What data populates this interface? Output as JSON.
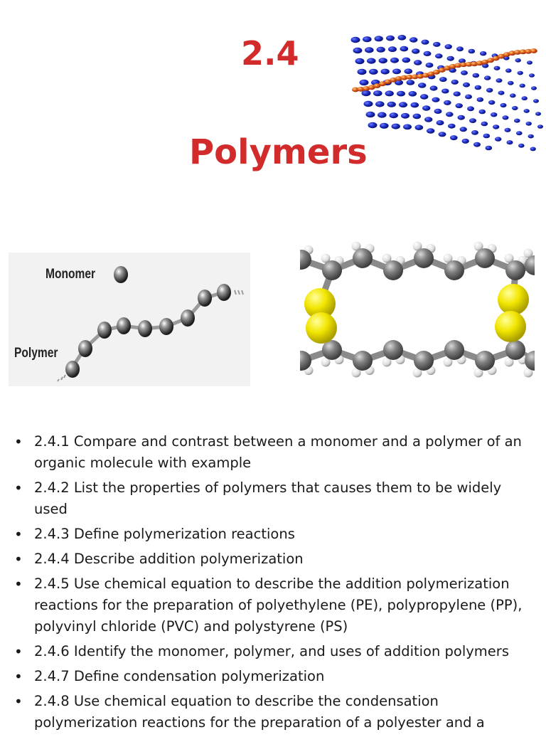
{
  "header": {
    "section_number": "2.4",
    "title": "Polymers"
  },
  "figures": {
    "monomer_polymer": {
      "monomer_label": "Monomer",
      "polymer_label": "Polymer"
    },
    "header_graphic_icon": "polymer-chain-3d-icon",
    "molecule_icon": "ball-and-stick-polymer-icon"
  },
  "objectives": [
    "2.4.1 Compare and contrast between a monomer and a polymer of an organic molecule with example",
    "2.4.2 List the properties of polymers that causes them to be widely used",
    "2.4.3 Define polymerization reactions",
    "2.4.4 Describe addition polymerization",
    "2.4.5 Use chemical equation to describe the addition polymerization reactions for the preparation of polyethylene (PE), polypropylene (PP), polyvinyl chloride (PVC) and polystyrene (PS)",
    "2.4.6 Identify the monomer, polymer, and uses of addition polymers",
    "2.4.7 Define condensation polymerization",
    "2.4.8 Use chemical equation to describe the condensation polymerization reactions for the preparation of a polyester and a"
  ],
  "colors": {
    "title_red": "#d22b2b",
    "blue_beads": "#1d2ec4",
    "sulfur_yellow": "#f2e600",
    "carbon_gray": "#7a7a7a"
  }
}
